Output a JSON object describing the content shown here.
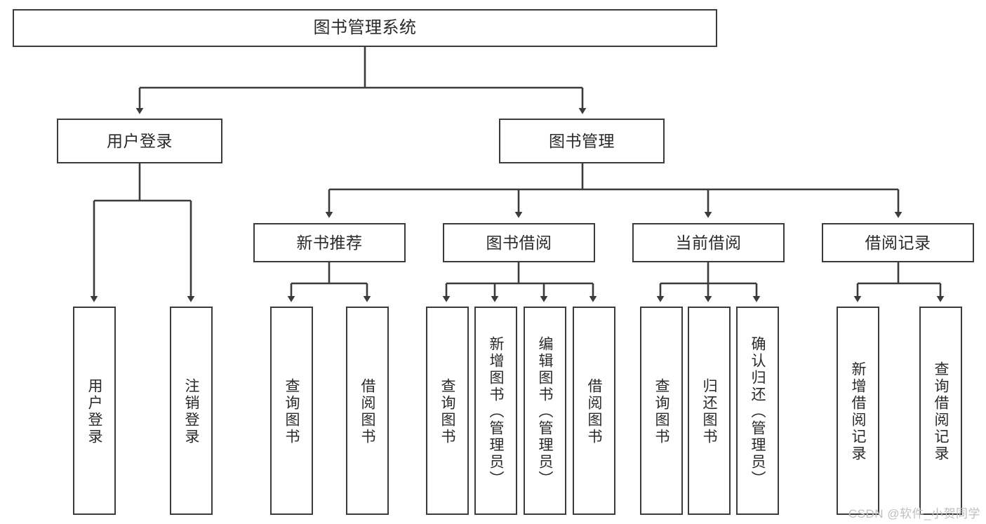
{
  "diagram": {
    "title": "图书管理系统",
    "type": "tree-hierarchy",
    "watermark": "CSDN @软件_小贺同学",
    "colors": {
      "border": "#3b3b3b",
      "text": "#2a2a2a",
      "background": "#ffffff",
      "watermark": "#bfbfbf"
    },
    "root": {
      "label": "图书管理系统"
    },
    "level2": [
      {
        "label": "用户登录"
      },
      {
        "label": "图书管理"
      }
    ],
    "level3": [
      {
        "label": "新书推荐"
      },
      {
        "label": "图书借阅"
      },
      {
        "label": "当前借阅"
      },
      {
        "label": "借阅记录"
      }
    ],
    "leaves": {
      "user_login": [
        {
          "label": "用户登录"
        },
        {
          "label": "注销登录"
        }
      ],
      "new_book_recommend": [
        {
          "label": "查询图书"
        },
        {
          "label": "借阅图书"
        }
      ],
      "book_borrow": [
        {
          "label": "查询图书"
        },
        {
          "label": "新增图书（管理员）"
        },
        {
          "label": "编辑图书（管理员）"
        },
        {
          "label": "借阅图书"
        }
      ],
      "current_borrow": [
        {
          "label": "查询图书"
        },
        {
          "label": "归还图书"
        },
        {
          "label": "确认归还（管理员）"
        }
      ],
      "borrow_record": [
        {
          "label": "新增借阅记录"
        },
        {
          "label": "查询借阅记录"
        }
      ]
    }
  }
}
